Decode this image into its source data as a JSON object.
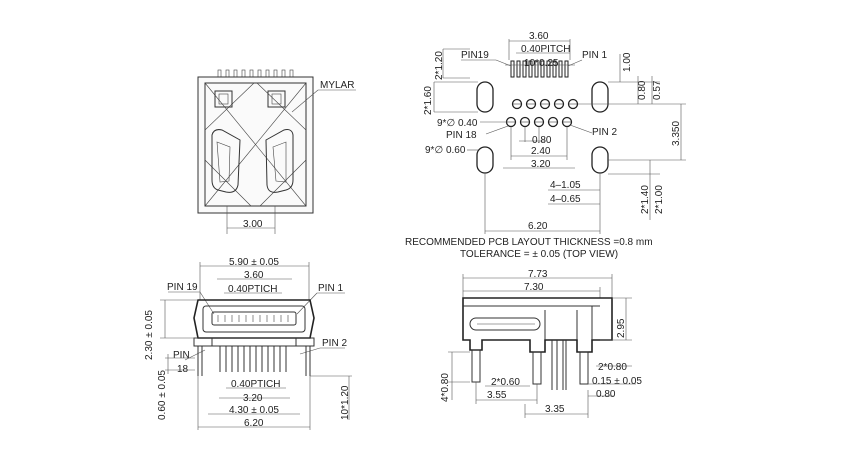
{
  "top_left": {
    "mylar_label": "MYLAR",
    "dim_width": "3.00"
  },
  "top_right": {
    "dim_3_60": "3.60",
    "pitch": "0.40PITCH",
    "pin19": "PIN19",
    "pin1": "PIN 1",
    "dim_10x025": "10*0.25",
    "dim_2x120": "2*1.20",
    "dim_2x160": "2*1.60",
    "dim_100": "1.00",
    "dim_080_v": "0.80",
    "dim_057": "0.57",
    "dim_9x040": "9*∅ 0.40",
    "pin18": "PIN 18",
    "pin2": "PIN 2",
    "dim_080_h": "0.80",
    "dim_9x060": "9*∅ 0.60",
    "dim_3350": "3.350",
    "dim_240": "2.40",
    "dim_320": "3.20",
    "dim_4x105": "4–1.05",
    "dim_4x065": "4–0.65",
    "dim_2x140": "2*1.40",
    "dim_2x100": "2*1.00",
    "dim_620": "6.20",
    "note_line1": "RECOMMENDED PCB LAYOUT THICKNESS =0.8 mm",
    "note_line2": "TOLERANCE = ± 0.05 (TOP VIEW)"
  },
  "bottom_left": {
    "dim_590": "5.90 ± 0.05",
    "dim_360": "3.60",
    "pin19": "PIN 19",
    "pitch": "0.40PTICH",
    "pin1": "PIN 1",
    "dim_230": "2.30 ± 0.05",
    "pin_label": "PIN",
    "pin_num": "18",
    "pin2": "PIN 2",
    "pitch_bottom": "0.40PTICH",
    "dim_320": "3.20",
    "dim_060": "0.60 ± 0.05",
    "dim_430": "4.30 ± 0.05",
    "dim_620": "6.20",
    "dim_10x120": "10*1.20"
  },
  "bottom_right": {
    "dim_773": "7.73",
    "dim_730": "7.30",
    "dim_295": "2.95",
    "dim_4x080": "4*0.80",
    "dim_2x060": "2*0.60",
    "dim_2x080": "2*0.80",
    "dim_015": "0.15 ± 0.05",
    "dim_355": "3.55",
    "dim_080": "0.80",
    "dim_335": "3.35"
  }
}
